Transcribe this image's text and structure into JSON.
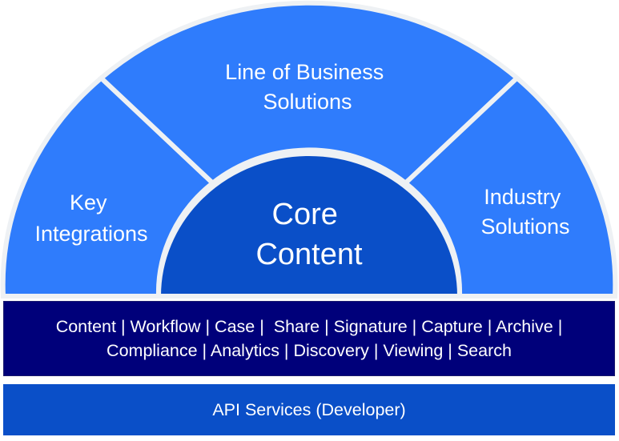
{
  "diagram": {
    "segments": {
      "left": {
        "lines": [
          "Key",
          "Integrations"
        ]
      },
      "top": {
        "lines": [
          "Line of Business",
          "Solutions"
        ]
      },
      "right": {
        "lines": [
          "Industry",
          "Solutions"
        ]
      }
    },
    "core": {
      "lines": [
        "Core",
        "Content"
      ]
    },
    "capabilities": {
      "line1": "Content | Workflow | Case |  Share | Signature | Capture | Archive |",
      "line2": "Compliance | Analytics | Discovery | Viewing | Search"
    },
    "api": {
      "label": "API Services (Developer)"
    },
    "colors": {
      "outer_segment": "#2f7cfc",
      "core": "#0a4fc8",
      "capabilities_band": "#00007a",
      "api_band": "#0a4fc8",
      "separator": "#eef1f4"
    }
  }
}
